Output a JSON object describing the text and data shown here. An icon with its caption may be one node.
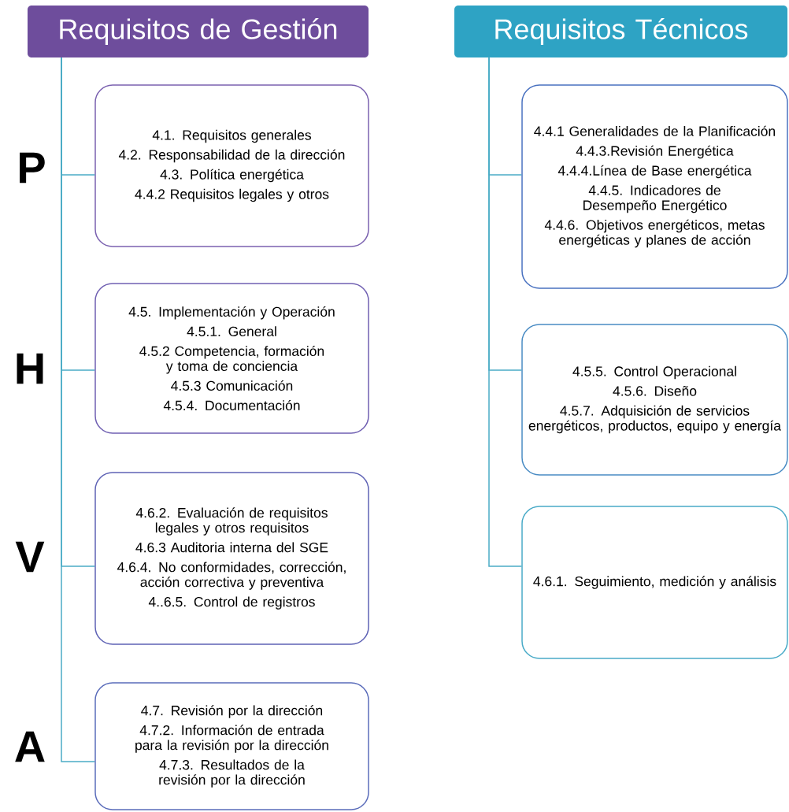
{
  "diagram": {
    "nodes": [
      {
        "text": [
          "Requisitos de Gestión"
        ]
      },
      {
        "text": [
          "4.1. Requisitos generales",
          "4.2. Responsabilidad de la dirección",
          "4.3. Política energética",
          "4.4.2 Requisitos legales y otros"
        ]
      },
      {
        "text": [
          "4.5. Implementación y Operación",
          "4.5.1. General",
          "4.5.2 Competencia, formación y toma de conciencia",
          "4.5.3 Comunicación",
          "4.5.4. Documentación"
        ]
      },
      {
        "text": [
          "4.6.2. Evaluación de requisitos legales y otros requisitos",
          "4.6.3 Auditoria interna del SGE",
          "4.6.4. No conformidades, corrección, acción correctiva y preventiva",
          "4..6.5. Control de registros"
        ]
      },
      {
        "text": [
          "4.7. Revisión por la dirección",
          "4.7.2. Información de entrada para la revisión por la dirección",
          "4.7.3. Resultados de la revisión por la dirección"
        ]
      },
      {
        "text": [
          "Requisitos Técnicos"
        ]
      },
      {
        "text": [
          "4.4.1 Generalidades de la Planificación",
          "4.4.3.Revisión Energética",
          "4.4.4.Línea de Base energética",
          "4.4.5. Indicadores de Desempeño Energético",
          "4.4.6. Objetivos energéticos, metas energéticas y planes de acción"
        ]
      },
      {
        "text": [
          "4.5.5. Control Operacional",
          "4.5.6. Diseño",
          "4.5.7. Adquisición de servicios energéticos, productos, equipo y energía"
        ]
      },
      {
        "text": [
          "4.6.1. Seguimiento, medición y análisis"
        ]
      }
    ],
    "edges": [
      {
        "from": 0,
        "to": 1,
        "arrow": "none"
      },
      {
        "from": 0,
        "to": 2,
        "arrow": "none"
      },
      {
        "from": 0,
        "to": 3,
        "arrow": "none"
      },
      {
        "from": 0,
        "to": 4,
        "arrow": "none"
      },
      {
        "from": 5,
        "to": 6,
        "arrow": "none"
      },
      {
        "from": 5,
        "to": 7,
        "arrow": "none"
      },
      {
        "from": 5,
        "to": 8,
        "arrow": "none"
      }
    ],
    "labels": [
      "P",
      "H",
      "V",
      "A"
    ]
  }
}
